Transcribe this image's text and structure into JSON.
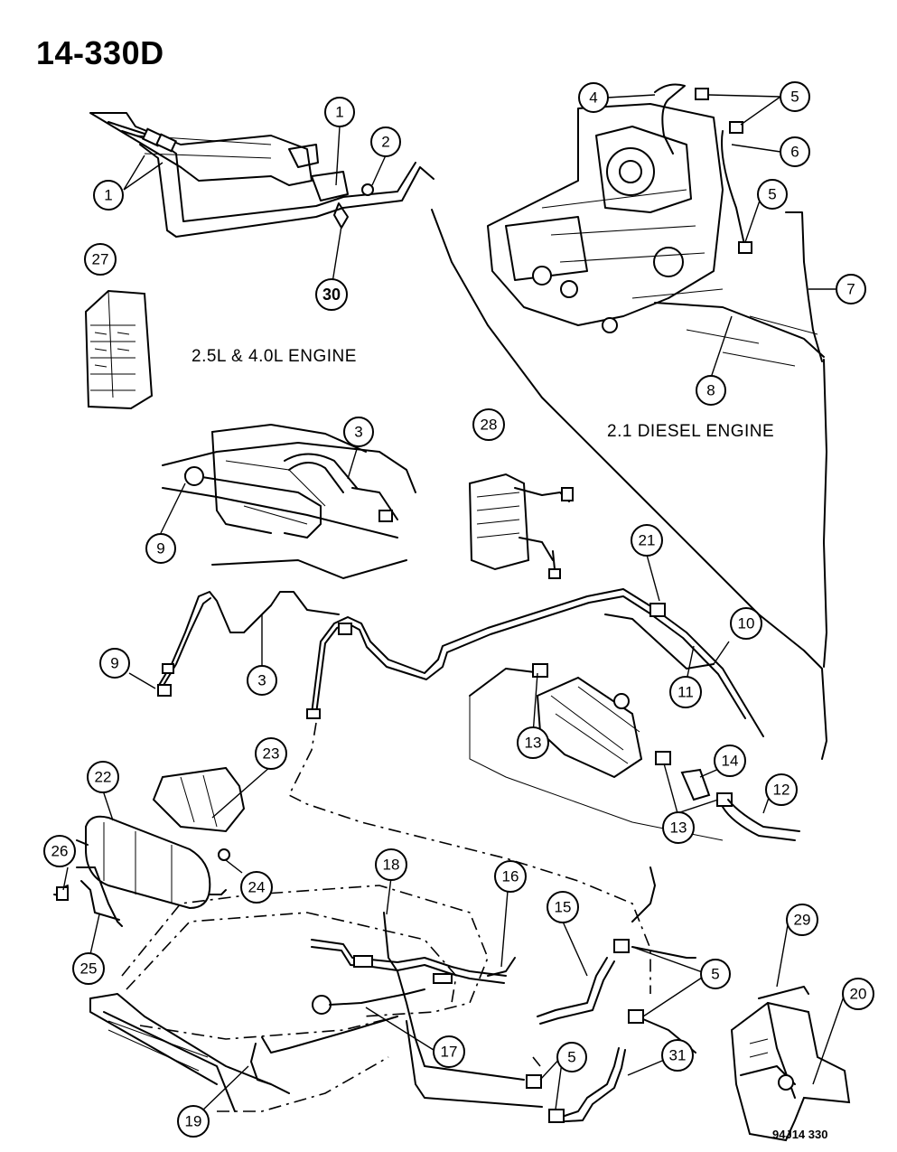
{
  "title": "14-330D",
  "labels": {
    "gas_engine": "2.5L & 4.0L ENGINE",
    "diesel_engine": "2.1 DIESEL ENGINE",
    "ref_code": "94J14  330"
  },
  "callouts": {
    "c1": "1",
    "c2": "2",
    "c3": "3",
    "c4": "4",
    "c5": "5",
    "c6": "6",
    "c7": "7",
    "c8": "8",
    "c9": "9",
    "c10": "10",
    "c11": "11",
    "c12": "12",
    "c13": "13",
    "c14": "14",
    "c15": "15",
    "c16": "16",
    "c17": "17",
    "c18": "18",
    "c19": "19",
    "c20": "20",
    "c21": "21",
    "c22": "22",
    "c23": "23",
    "c24": "24",
    "c25": "25",
    "c26": "26",
    "c27": "27",
    "c28": "28",
    "c29": "29",
    "c30": "30",
    "c31": "31"
  }
}
